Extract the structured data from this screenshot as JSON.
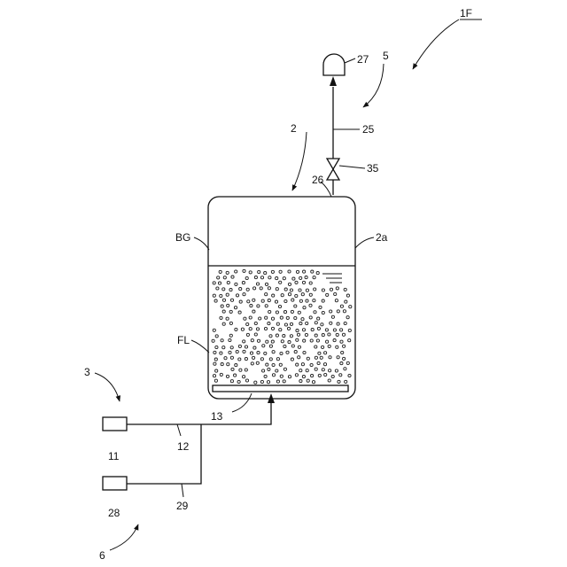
{
  "labels": {
    "fig": "1F",
    "n5": "5",
    "n27": "27",
    "n25": "25",
    "n35": "35",
    "n26": "26",
    "n2": "2",
    "n2a": "2a",
    "bg": "BG",
    "fl": "FL",
    "n3": "3",
    "n13": "13",
    "n11": "11",
    "n12": "12",
    "n28": "28",
    "n29": "29",
    "n6": "6"
  }
}
